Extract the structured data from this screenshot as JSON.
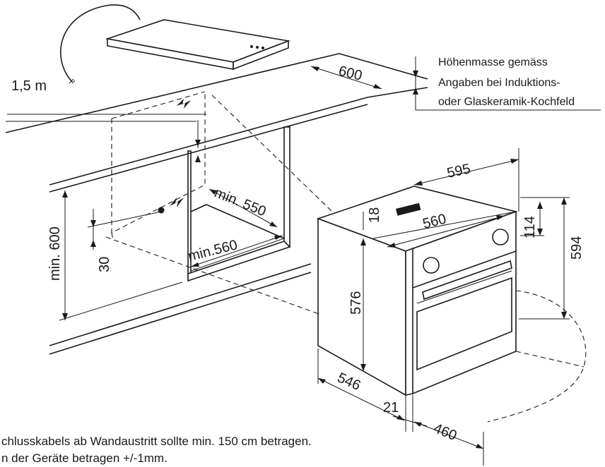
{
  "dimensions": {
    "cable_length": "1,5 m",
    "cooktop_depth": "600",
    "niche_height": "min. 600",
    "socket_height": "30",
    "niche_depth": "min. 550",
    "niche_width": "min.560",
    "oven_width": "595",
    "oven_inner_width": "560",
    "oven_top_offset": "18",
    "panel_height": "114",
    "oven_height": "594",
    "body_height": "576",
    "body_depth": "546",
    "front_thickness": "21",
    "door_open_depth": "460"
  },
  "height_note": {
    "line1": "Höhenmasse gemäss",
    "line2": "Angaben bei Induktions-",
    "line3": "oder Glaskeramik-Kochfeld"
  },
  "footnotes": {
    "line1": "chlusskabels ab Wandaustritt sollte min. 150 cm betragen.",
    "line2": "n der Geräte betragen +/-1mm."
  }
}
